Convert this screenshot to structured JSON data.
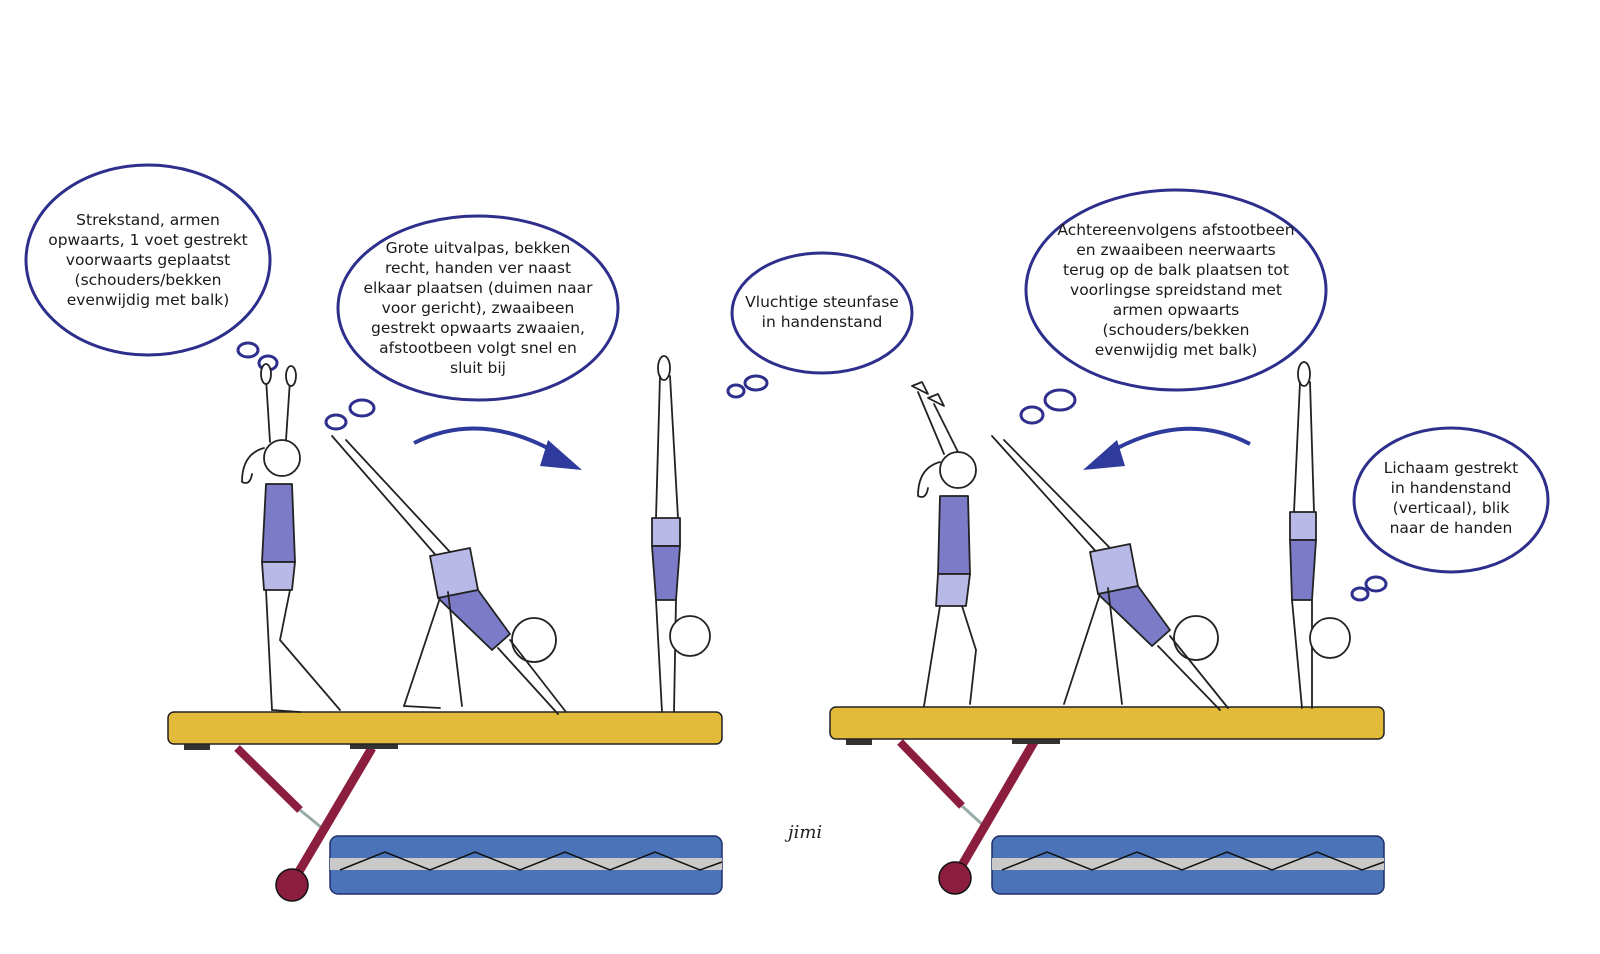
{
  "colors": {
    "bubble_outline": "#2e2f8c",
    "beam_gold": "#e3bb3a",
    "beam_edge": "#222222",
    "leg_maroon": "#8b1e3f",
    "mat_blue": "#4a73b8",
    "mat_stripe": "#c9c9c9",
    "arrow_blue": "#2e3a9c",
    "leotard": "#7b7bc8",
    "leotard_light": "#b9b9e8"
  },
  "bubbles": [
    {
      "id": "strekstand",
      "text": "Strekstand, armen\nopwaarts, 1 voet gestrekt\nvoorwaarts geplaatst\n(schouders/bekken\nevenwijdig met balk)"
    },
    {
      "id": "uitvalpas",
      "text": "Grote uitvalpas, bekken\nrecht, handen ver naast\nelkaar plaatsen (duimen naar\nvoor gericht), zwaaibeen\ngestrekt opwaarts zwaaien,\nafstootbeen volgt snel en\nsluit bij"
    },
    {
      "id": "steunfase",
      "text": "Vluchtige steunfase\nin handenstand"
    },
    {
      "id": "achtereenvolgens",
      "text": "Achtereenvolgens afstootbeen\nen zwaaibeen neerwaarts\nterug op de balk plaatsen tot\nvoorlingse spreidstand met\narmen opwaarts\n(schouders/bekken\nevenwijdig met balk)"
    },
    {
      "id": "lichaam",
      "text": "Lichaam gestrekt\nin handenstand\n(verticaal), blik\nnaar de handen"
    }
  ],
  "signature": "jimi",
  "arrows": [
    {
      "id": "forward",
      "direction": "right"
    },
    {
      "id": "backward",
      "direction": "left"
    }
  ]
}
